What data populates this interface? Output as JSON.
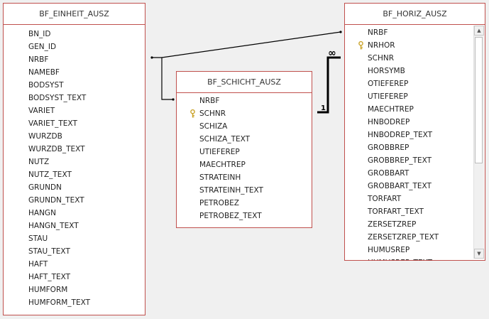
{
  "tables": {
    "einheit": {
      "title": "BF_EINHEIT_AUSZ",
      "fields": [
        "BN_ID",
        "GEN_ID",
        "NRBF",
        "NAMEBF",
        "BODSYST",
        "BODSYST_TEXT",
        "VARIET",
        "VARIET_TEXT",
        "WURZDB",
        "WURZDB_TEXT",
        "NUTZ",
        "NUTZ_TEXT",
        "GRUNDN",
        "GRUNDN_TEXT",
        "HANGN",
        "HANGN_TEXT",
        "STAU",
        "STAU_TEXT",
        "HAFT",
        "HAFT_TEXT",
        "HUMFORM",
        "HUMFORM_TEXT"
      ]
    },
    "schicht": {
      "title": "BF_SCHICHT_AUSZ",
      "fields": [
        "NRBF",
        "SCHNR",
        "SCHIZA",
        "SCHIZA_TEXT",
        "UTIEFEREP",
        "MAECHTREP",
        "STRATEINH",
        "STRATEINH_TEXT",
        "PETROBEZ",
        "PETROBEZ_TEXT"
      ],
      "primary_key": "SCHNR"
    },
    "horiz": {
      "title": "BF_HORIZ_AUSZ",
      "fields": [
        "NRBF",
        "NRHOR",
        "SCHNR",
        "HORSYMB",
        "OTIEFEREP",
        "UTIEFEREP",
        "MAECHTREP",
        "HNBODREP",
        "HNBODREP_TEXT",
        "GROBBREP",
        "GROBBREP_TEXT",
        "GROBBART",
        "GROBBART_TEXT",
        "TORFART",
        "TORFART_TEXT",
        "ZERSETZREP",
        "ZERSETZREP_TEXT",
        "HUMUSREP",
        "HUMUSREP_TEXT"
      ],
      "primary_key": "NRHOR"
    }
  },
  "relations": {
    "one_label": "1",
    "many_label": "∞"
  },
  "scrollbar": {
    "up_icon": "▲",
    "down_icon": "▼"
  },
  "colors": {
    "table_border": "#c0504d",
    "key_icon": "#c9a227"
  }
}
